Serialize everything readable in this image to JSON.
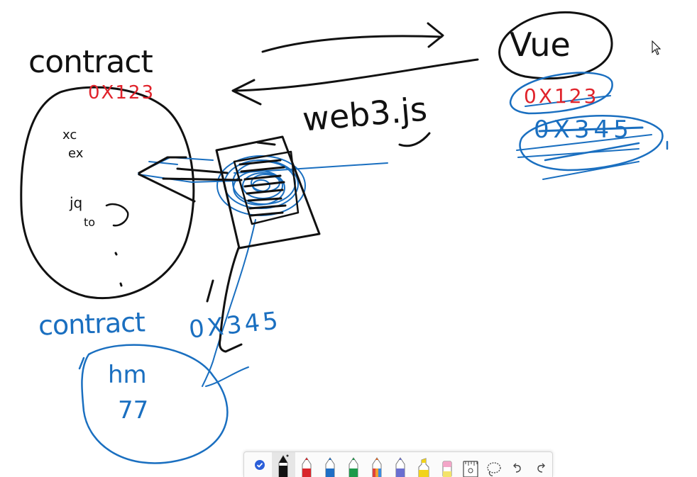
{
  "whiteboard": {
    "left_title": "contract",
    "left_address": "0X123",
    "right_label": "Vue",
    "right_address_old": "0X123",
    "right_address_new": "0X345",
    "library_label": "web3.js",
    "bottom_title": "contract",
    "bottom_address": "0X345",
    "bubble_left_line1": "xc",
    "bubble_left_line2": "ex",
    "bubble_left_line3": "jq",
    "bubble_left_line4": "to",
    "bottom_bubble_line1": "hm",
    "bottom_bubble_line2": "77",
    "ink_colors": {
      "black": "#111111",
      "blue": "#1a6fc0",
      "red": "#e0232b"
    }
  },
  "toolbar": {
    "tools": [
      {
        "name": "select-tool",
        "icon": "check-circle-icon",
        "color": "#2b5fd9",
        "selected": false
      },
      {
        "name": "pen-black",
        "icon": "pen-icon",
        "color": "#111111",
        "selected": true
      },
      {
        "name": "pen-red",
        "icon": "pen-icon",
        "color": "#d9252b",
        "selected": false
      },
      {
        "name": "pen-blue",
        "icon": "pen-icon",
        "color": "#1f6fc5",
        "selected": false
      },
      {
        "name": "pen-green",
        "icon": "pen-icon",
        "color": "#1e9a4b",
        "selected": false
      },
      {
        "name": "pen-rainbow",
        "icon": "pen-icon",
        "color": "#e06a2a",
        "selected": false
      },
      {
        "name": "pen-galaxy",
        "icon": "pen-icon",
        "color": "#6a6fd0",
        "selected": false
      },
      {
        "name": "highlighter",
        "icon": "highlighter-icon",
        "color": "#f2d31b",
        "selected": false
      },
      {
        "name": "eraser",
        "icon": "eraser-icon",
        "color": "#f3a6c8",
        "selected": false
      },
      {
        "name": "ruler",
        "icon": "ruler-icon",
        "color": "#444444",
        "selected": false
      },
      {
        "name": "lasso",
        "icon": "lasso-icon",
        "color": "#444444",
        "selected": false
      },
      {
        "name": "undo",
        "icon": "undo-icon",
        "color": "#444444",
        "selected": false
      },
      {
        "name": "redo",
        "icon": "redo-icon",
        "color": "#444444",
        "selected": false
      }
    ]
  }
}
